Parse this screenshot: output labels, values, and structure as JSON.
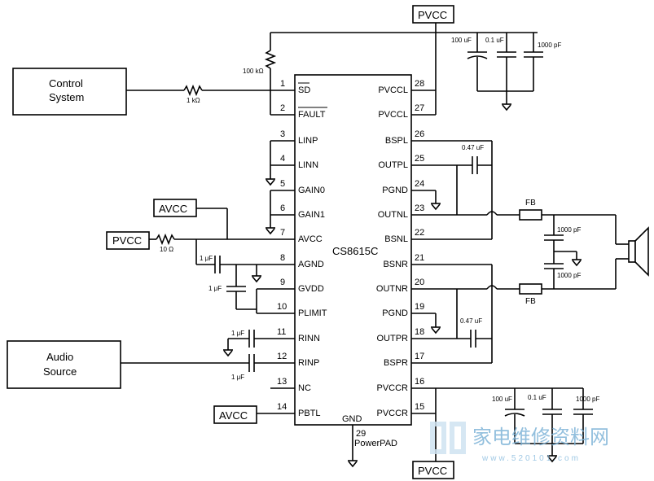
{
  "ic": {
    "name": "CS8615C",
    "gnd_label": "GND",
    "pad_num": "29",
    "pad_label": "PowerPAD",
    "left_pins": [
      {
        "num": "1",
        "name": "SD",
        "bar": true
      },
      {
        "num": "2",
        "name": "FAULT",
        "bar": true
      },
      {
        "num": "3",
        "name": "LINP"
      },
      {
        "num": "4",
        "name": "LINN"
      },
      {
        "num": "5",
        "name": "GAIN0"
      },
      {
        "num": "6",
        "name": "GAIN1"
      },
      {
        "num": "7",
        "name": "AVCC"
      },
      {
        "num": "8",
        "name": "AGND"
      },
      {
        "num": "9",
        "name": "GVDD"
      },
      {
        "num": "10",
        "name": "PLIMIT"
      },
      {
        "num": "11",
        "name": "RINN"
      },
      {
        "num": "12",
        "name": "RINP"
      },
      {
        "num": "13",
        "name": "NC"
      },
      {
        "num": "14",
        "name": "PBTL"
      }
    ],
    "right_pins": [
      {
        "num": "28",
        "name": "PVCCL"
      },
      {
        "num": "27",
        "name": "PVCCL"
      },
      {
        "num": "26",
        "name": "BSPL"
      },
      {
        "num": "25",
        "name": "OUTPL"
      },
      {
        "num": "24",
        "name": "PGND"
      },
      {
        "num": "23",
        "name": "OUTNL"
      },
      {
        "num": "22",
        "name": "BSNL"
      },
      {
        "num": "21",
        "name": "BSNR"
      },
      {
        "num": "20",
        "name": "OUTNR"
      },
      {
        "num": "19",
        "name": "PGND"
      },
      {
        "num": "18",
        "name": "OUTPR"
      },
      {
        "num": "17",
        "name": "BSPR"
      },
      {
        "num": "16",
        "name": "PVCCR"
      },
      {
        "num": "15",
        "name": "PVCCR"
      }
    ]
  },
  "blocks": {
    "control_line1": "Control",
    "control_line2": "System",
    "audio_line1": "Audio",
    "audio_line2": "Source"
  },
  "rails": {
    "pvcc_top": "PVCC",
    "pvcc_bottom": "PVCC",
    "pvcc_left": "PVCC",
    "avcc_7": "AVCC",
    "avcc_14": "AVCC"
  },
  "components": {
    "r_pullup": "100 kΩ",
    "r_sd": "1 kΩ",
    "r_avcc": "10 Ω",
    "c_top_1": "100 uF",
    "c_top_2": "0.1 uF",
    "c_top_3": "1000 pF",
    "c_bot_1": "100 uF",
    "c_bot_2": "0.1 uF",
    "c_bot_3": "1000 pF",
    "c_bs_l": "0.47 uF",
    "c_bs_r": "0.47 uF",
    "c_agnd": "1 μF",
    "c_gvdd": "1 μF",
    "c_rinn": "1 μF",
    "c_rinp": "1 μF",
    "c_out_1": "1000 pF",
    "c_out_2": "1000 pF",
    "fb_1": "FB",
    "fb_2": "FB"
  },
  "watermark": {
    "cn": "家电维修资料网",
    "url": "www.520101.com"
  }
}
